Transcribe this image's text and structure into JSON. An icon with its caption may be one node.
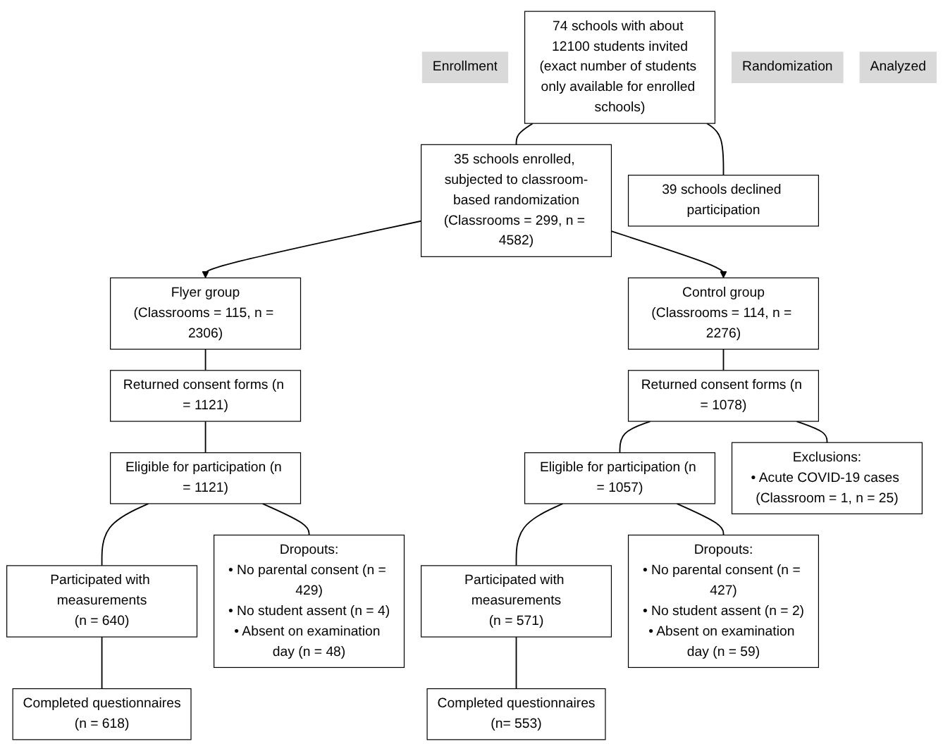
{
  "diagram": {
    "nodes": [
      {
        "text": [
          "Enrollment"
        ]
      },
      {
        "text": [
          "74 schools with about 12100 students invited",
          "(exact number of students only available for enrolled schools)"
        ]
      },
      {
        "text": [
          "39 schools declined participation"
        ]
      },
      {
        "text": [
          "35 schools enrolled, subjected to classroom-based randomization",
          "(Classrooms = 299, n = 4582)"
        ]
      },
      {
        "text": [
          "Randomization"
        ]
      },
      {
        "text": [
          "Flyer group",
          "(Classrooms = 115, n = 2306)"
        ]
      },
      {
        "text": [
          "Control group",
          "(Classrooms = 114, n = 2276)"
        ]
      },
      {
        "text": [
          "Analyzed"
        ]
      },
      {
        "text": [
          "Returned consent forms (n = 1121)"
        ]
      },
      {
        "text": [
          "Returned consent forms (n = 1078)"
        ]
      },
      {
        "text": [
          "Exclusions:",
          "• Acute COVID-19 cases (Classroom = 1, n = 25)"
        ]
      },
      {
        "text": [
          "Eligible for participation (n = 1121)"
        ]
      },
      {
        "text": [
          "Eligible for participation (n = 1057)"
        ]
      },
      {
        "text": [
          "Dropouts:",
          "• No parental consent (n = 429)",
          "• No student assent (n = 4)",
          "• Absent on examination day (n = 48)"
        ]
      },
      {
        "text": [
          "Dropouts:",
          "• No parental consent (n = 427)",
          "• No student assent (n = 2)",
          "• Absent on examination day (n = 59)"
        ]
      },
      {
        "text": [
          "Participated with measurements",
          "(n = 640)"
        ]
      },
      {
        "text": [
          "Participated with measurements",
          "(n = 571)"
        ]
      },
      {
        "text": [
          "Completed questionnaires",
          "(n = 618)"
        ]
      },
      {
        "text": [
          "Completed questionnaires",
          "(n= 553)"
        ]
      }
    ],
    "edges": [
      {
        "from": 1,
        "to": 3,
        "arrow": "none"
      },
      {
        "from": 1,
        "to": 2,
        "arrow": "none"
      },
      {
        "from": 3,
        "to": 5,
        "arrow": "to"
      },
      {
        "from": 3,
        "to": 6,
        "arrow": "to"
      },
      {
        "from": 5,
        "to": 8,
        "arrow": "none"
      },
      {
        "from": 6,
        "to": 9,
        "arrow": "none"
      },
      {
        "from": 8,
        "to": 11,
        "arrow": "none"
      },
      {
        "from": 9,
        "to": 12,
        "arrow": "none"
      },
      {
        "from": 9,
        "to": 10,
        "arrow": "none"
      },
      {
        "from": 11,
        "to": 15,
        "arrow": "none"
      },
      {
        "from": 11,
        "to": 13,
        "arrow": "none"
      },
      {
        "from": 12,
        "to": 16,
        "arrow": "none"
      },
      {
        "from": 12,
        "to": 14,
        "arrow": "none"
      },
      {
        "from": 15,
        "to": 17,
        "arrow": "none"
      },
      {
        "from": 16,
        "to": 18,
        "arrow": "none"
      }
    ]
  }
}
